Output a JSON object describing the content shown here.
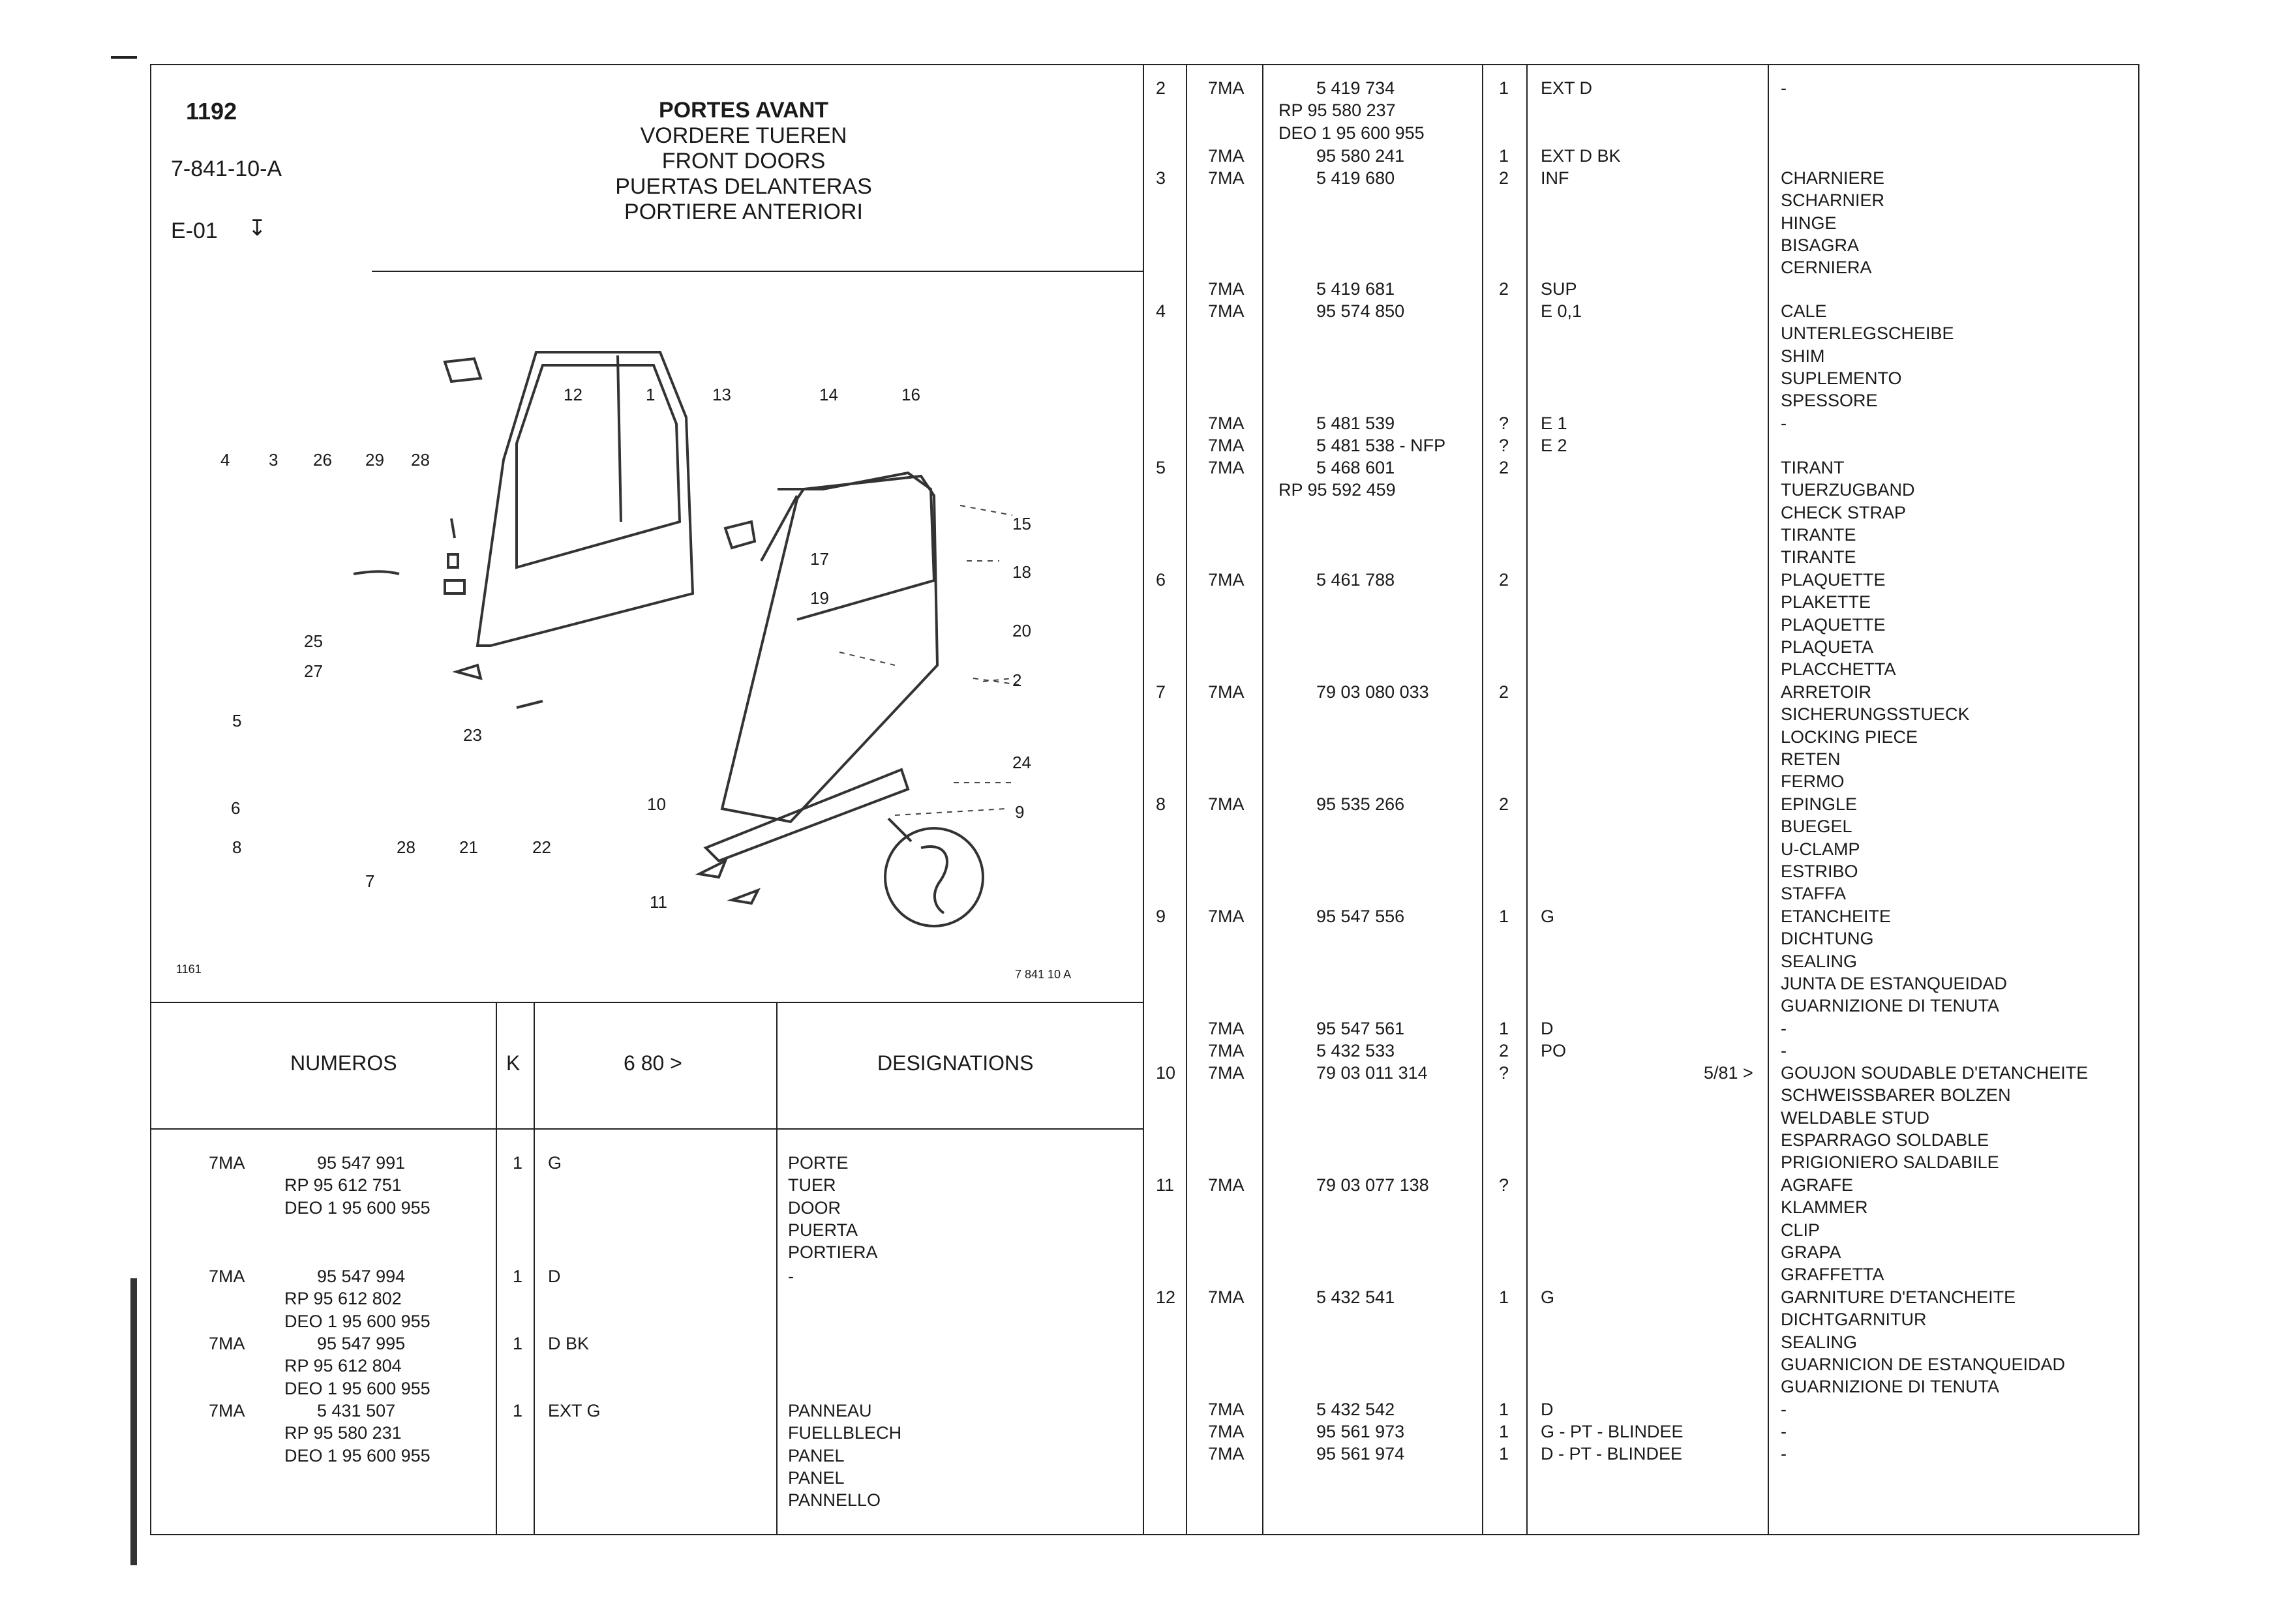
{
  "header": {
    "code": "1192",
    "ref": "7-841-10-A",
    "edition": "E-01",
    "titles": [
      "PORTES AVANT",
      "VORDERE TUEREN",
      "FRONT DOORS",
      "PUERTAS DELANTERAS",
      "PORTIERE ANTERIORI"
    ]
  },
  "figure": {
    "callouts": [
      "12",
      "1",
      "13",
      "14",
      "16",
      "4",
      "3",
      "26",
      "29",
      "28",
      "15",
      "17",
      "18",
      "19",
      "20",
      "25",
      "27",
      "2",
      "5",
      "23",
      "24",
      "6",
      "10",
      "9",
      "8",
      "28",
      "21",
      "22",
      "7",
      "11"
    ],
    "figure_ref": "7 841 10 A",
    "corner_mark": "1161"
  },
  "table_header": {
    "numeros": "NUMEROS",
    "k": "K",
    "date": "6 80 >",
    "designations": "DESIGNATIONS"
  },
  "left_rows": [
    {
      "type": "7MA",
      "lines": [
        "95 547 991",
        "RP 95 612 751",
        "DEO 1   95 600 955"
      ],
      "qty": "1",
      "note": "G",
      "desig": [
        "PORTE",
        "TUER",
        "DOOR",
        "PUERTA",
        "PORTIERA"
      ]
    },
    {
      "type": "7MA",
      "lines": [
        "95 547 994",
        "RP 95 612 802",
        "DEO 1   95 600 955"
      ],
      "qty": "1",
      "note": "D",
      "desig": [
        "-"
      ]
    },
    {
      "type": "7MA",
      "lines": [
        "95 547 995",
        "RP 95 612 804",
        "DEO 1   95 600 955"
      ],
      "qty": "1",
      "note": "D  BK",
      "desig": []
    },
    {
      "type": "7MA",
      "lines": [
        "5 431 507",
        "RP 95 580 231",
        "DEO 1   95 600 955"
      ],
      "qty": "1",
      "note": "EXT G",
      "desig": [
        "PANNEAU",
        "FUELLBLECH",
        "PANEL",
        "PANEL",
        "PANNELLO"
      ]
    }
  ],
  "right_rows": [
    {
      "ref": "2",
      "type": "7MA",
      "num": [
        "5 419 734",
        "RP 95 580 237",
        "DEO 1   95 600 955"
      ],
      "qty": "1",
      "note": "EXT D",
      "date": "",
      "desig": [
        "-"
      ]
    },
    {
      "ref": "",
      "type": "7MA",
      "num": [
        "95 580 241"
      ],
      "qty": "1",
      "note": "EXT D   BK",
      "date": "",
      "desig": []
    },
    {
      "ref": "3",
      "type": "7MA",
      "num": [
        "5 419 680"
      ],
      "qty": "2",
      "note": "INF",
      "date": "",
      "desig": [
        "CHARNIERE",
        "SCHARNIER",
        "HINGE",
        "BISAGRA",
        "CERNIERA"
      ]
    },
    {
      "ref": "",
      "type": "7MA",
      "num": [
        "5 419 681"
      ],
      "qty": "2",
      "note": "SUP",
      "date": "",
      "desig": []
    },
    {
      "ref": "4",
      "type": "7MA",
      "num": [
        "95 574 850"
      ],
      "qty": "",
      "note": "E 0,1",
      "date": "",
      "desig": [
        "CALE",
        "UNTERLEGSCHEIBE",
        "SHIM",
        "SUPLEMENTO",
        "SPESSORE"
      ]
    },
    {
      "ref": "",
      "type": "7MA",
      "num": [
        "5 481 539"
      ],
      "qty": "?",
      "note": "E 1",
      "date": "",
      "desig": [
        "-"
      ]
    },
    {
      "ref": "",
      "type": "7MA",
      "num": [
        "5 481 538 - NFP"
      ],
      "qty": "?",
      "note": "E 2",
      "date": "",
      "desig": []
    },
    {
      "ref": "5",
      "type": "7MA",
      "num": [
        "5 468 601",
        "RP 95 592 459"
      ],
      "qty": "2",
      "note": "",
      "date": "",
      "desig": [
        "TIRANT",
        "TUERZUGBAND",
        "CHECK STRAP",
        "TIRANTE",
        "TIRANTE"
      ]
    },
    {
      "ref": "6",
      "type": "7MA",
      "num": [
        "5 461 788"
      ],
      "qty": "2",
      "note": "",
      "date": "",
      "desig": [
        "PLAQUETTE",
        "PLAKETTE",
        "PLAQUETTE",
        "PLAQUETA",
        "PLACCHETTA"
      ]
    },
    {
      "ref": "7",
      "type": "7MA",
      "num": [
        "79 03 080 033"
      ],
      "qty": "2",
      "note": "",
      "date": "",
      "desig": [
        "ARRETOIR",
        "SICHERUNGSSTUECK",
        "LOCKING PIECE",
        "RETEN",
        "FERMO"
      ]
    },
    {
      "ref": "8",
      "type": "7MA",
      "num": [
        "95 535 266"
      ],
      "qty": "2",
      "note": "",
      "date": "",
      "desig": [
        "EPINGLE",
        "BUEGEL",
        "U-CLAMP",
        "ESTRIBO",
        "STAFFA"
      ]
    },
    {
      "ref": "9",
      "type": "7MA",
      "num": [
        "95 547 556"
      ],
      "qty": "1",
      "note": "G",
      "date": "",
      "desig": [
        "ETANCHEITE",
        "DICHTUNG",
        "SEALING",
        "JUNTA DE ESTANQUEIDAD",
        "GUARNIZIONE DI TENUTA"
      ]
    },
    {
      "ref": "",
      "type": "7MA",
      "num": [
        "95 547 561"
      ],
      "qty": "1",
      "note": "D",
      "date": "",
      "desig": [
        "-"
      ]
    },
    {
      "ref": "",
      "type": "7MA",
      "num": [
        "5 432 533"
      ],
      "qty": "2",
      "note": "PO",
      "date": "",
      "desig": [
        "-"
      ]
    },
    {
      "ref": "10",
      "type": "7MA",
      "num": [
        "79 03 011 314"
      ],
      "qty": "?",
      "note": "",
      "date": "5/81 >",
      "desig": [
        "GOUJON SOUDABLE D'ETANCHEITE",
        "SCHWEISSBARER BOLZEN",
        "WELDABLE STUD",
        "ESPARRAGO SOLDABLE",
        "PRIGIONIERO SALDABILE"
      ]
    },
    {
      "ref": "11",
      "type": "7MA",
      "num": [
        "79 03 077 138"
      ],
      "qty": "?",
      "note": "",
      "date": "",
      "desig": [
        "AGRAFE",
        "KLAMMER",
        "CLIP",
        "GRAPA",
        "GRAFFETTA"
      ]
    },
    {
      "ref": "12",
      "type": "7MA",
      "num": [
        "5 432 541"
      ],
      "qty": "1",
      "note": "G",
      "date": "",
      "desig": [
        "GARNITURE D'ETANCHEITE",
        "DICHTGARNITUR",
        "SEALING",
        "GUARNICION DE ESTANQUEIDAD",
        "GUARNIZIONE DI TENUTA"
      ]
    },
    {
      "ref": "",
      "type": "7MA",
      "num": [
        "5 432 542"
      ],
      "qty": "1",
      "note": "D",
      "date": "",
      "desig": [
        "-"
      ]
    },
    {
      "ref": "",
      "type": "7MA",
      "num": [
        "95 561 973"
      ],
      "qty": "1",
      "note": "G - PT - BLINDEE",
      "date": "",
      "desig": [
        "-"
      ]
    },
    {
      "ref": "",
      "type": "7MA",
      "num": [
        "95 561 974"
      ],
      "qty": "1",
      "note": "D - PT - BLINDEE",
      "date": "",
      "desig": [
        "-"
      ]
    }
  ]
}
